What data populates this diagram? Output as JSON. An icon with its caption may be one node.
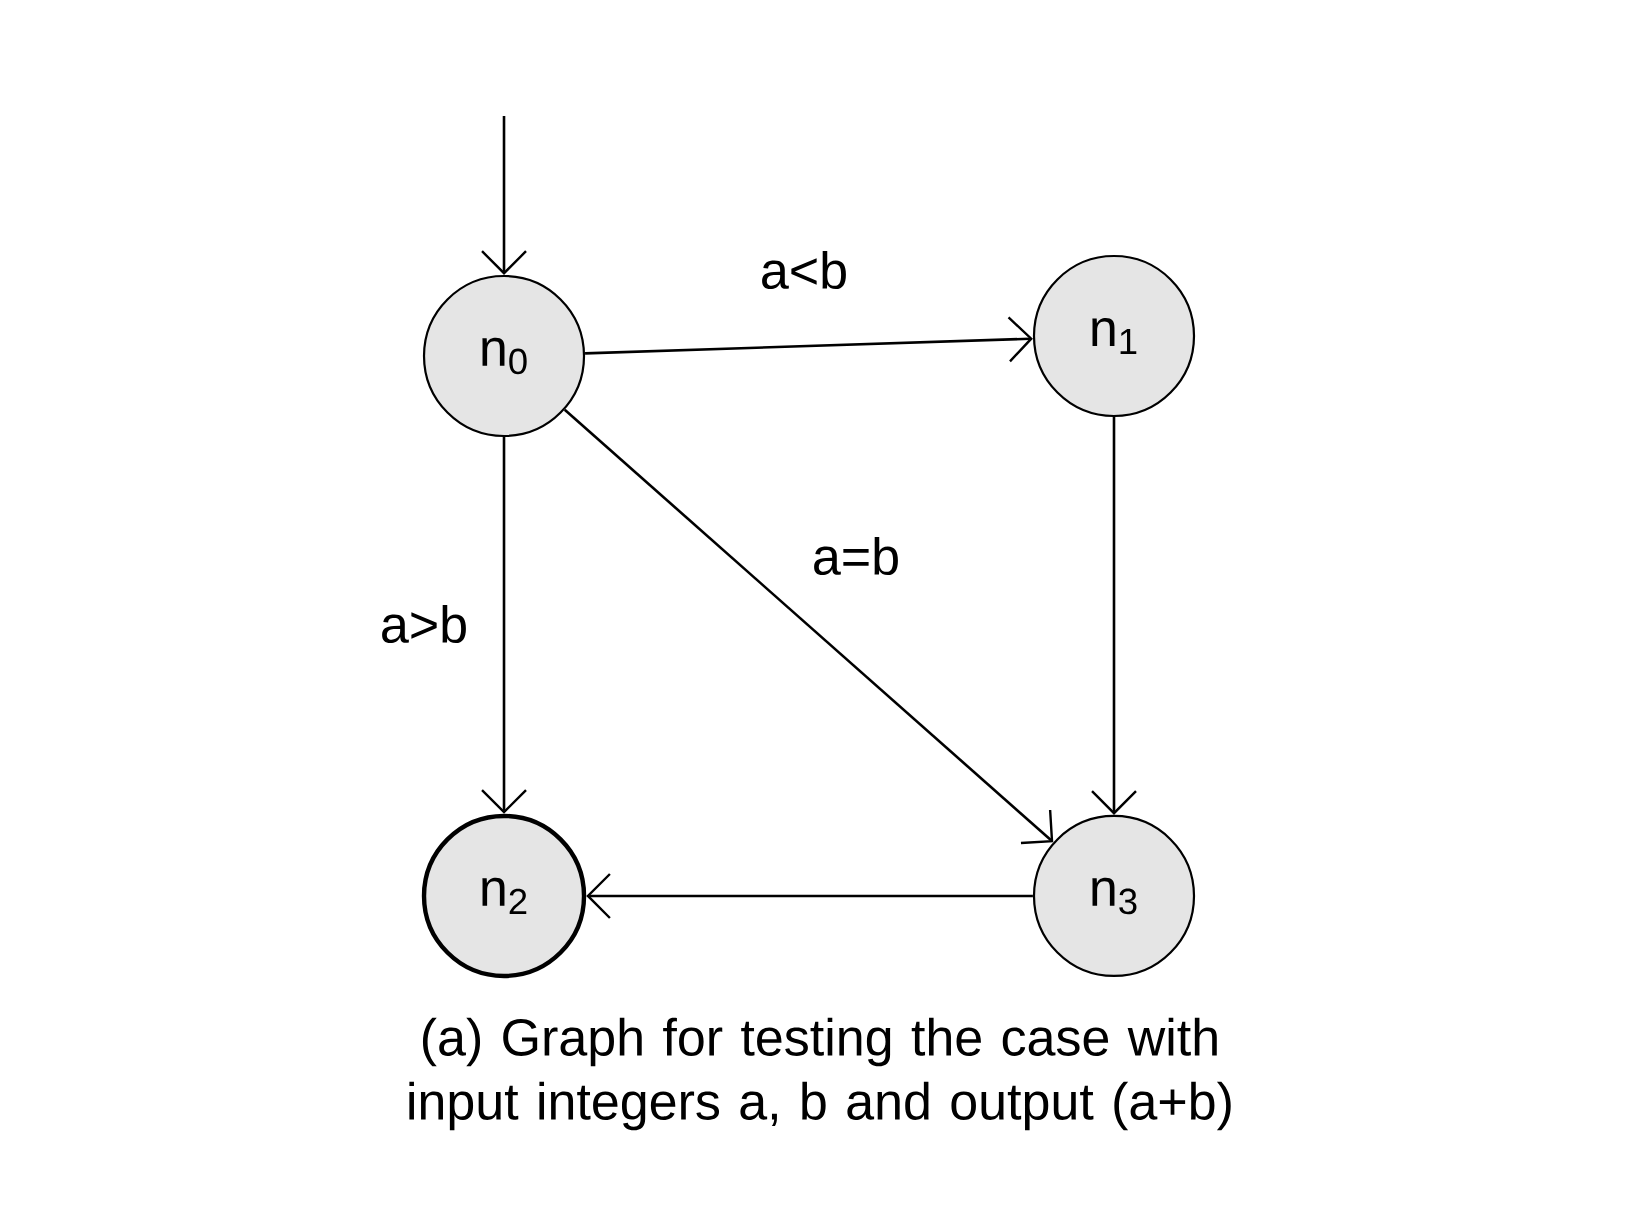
{
  "diagram": {
    "caption": "(a) Graph for testing the case with input integers a, b and output (a+b)",
    "nodes": [
      {
        "text": [
          "n$_{0}$"
        ]
      },
      {
        "text": [
          "n$_{1}$"
        ]
      },
      {
        "text": [
          "n$_{2}$"
        ]
      },
      {
        "text": [
          "n$_{3}$"
        ]
      }
    ],
    "edges": [
      {
        "from": null,
        "to": 0,
        "arrow": "to"
      },
      {
        "from": 0,
        "to": 1,
        "arrow": "to",
        "label": "a<b"
      },
      {
        "from": 0,
        "to": 3,
        "arrow": "to",
        "label": "a=b"
      },
      {
        "from": 0,
        "to": 2,
        "arrow": "to",
        "label": "a>b"
      },
      {
        "from": 1,
        "to": 3,
        "arrow": "to"
      },
      {
        "from": 3,
        "to": 2,
        "arrow": "to"
      }
    ]
  }
}
